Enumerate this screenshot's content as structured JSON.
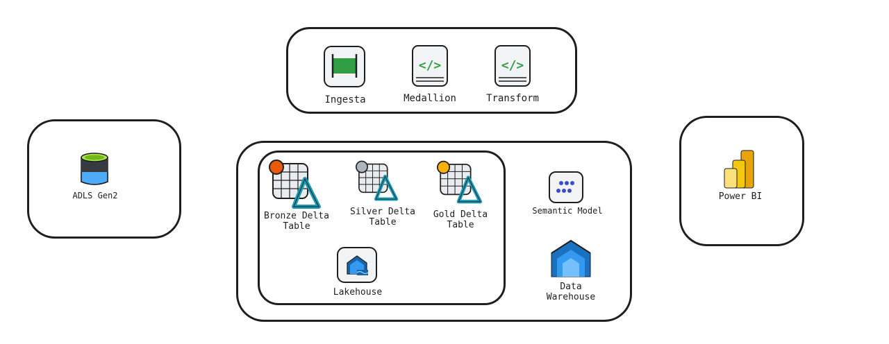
{
  "pipelines": {
    "ingesta": "Ingesta",
    "medallion": "Medallion",
    "transform": "Transform"
  },
  "source": {
    "adls": "ADLS Gen2"
  },
  "lakehouse": {
    "bronze": "Bronze Delta\nTable",
    "silver": "Silver Delta\nTable",
    "gold": "Gold Delta\nTable",
    "lakehouse": "Lakehouse"
  },
  "serving": {
    "semantic_model": "Semantic Model",
    "warehouse": "Data\nWarehouse"
  },
  "reporting": {
    "powerbi": "Power BI"
  },
  "colors": {
    "bronze": "#e8590c",
    "silver": "#adb5bd",
    "gold": "#fab005",
    "delta": "#1c9bb5",
    "pipeline_green": "#2f9e44",
    "powerbi": "#f2c811"
  },
  "icons": {
    "ingesta": "copy-data-pipeline-icon",
    "medallion": "notebook-icon",
    "transform": "notebook-icon",
    "adls": "storage-cylinder-icon",
    "delta": "delta-table-icon",
    "lakehouse": "lakehouse-icon",
    "semantic_model": "semantic-model-icon",
    "warehouse": "data-warehouse-icon",
    "powerbi": "power-bi-icon"
  }
}
